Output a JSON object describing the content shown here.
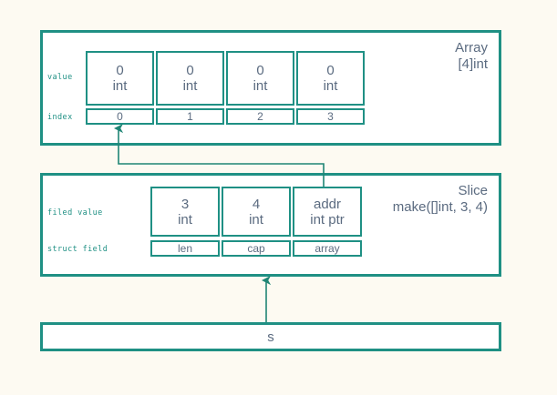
{
  "diagram": {
    "title_hidden": "Go slice memory layout",
    "background_color": "#fdfaf2",
    "accent_color": "#1f9084",
    "text_color": "#5b6b80"
  },
  "array": {
    "caption_line1": "Array",
    "caption_line2": "[4]int",
    "value_row_label": "value",
    "index_row_label": "index",
    "cells": [
      {
        "value": "0",
        "type": "int",
        "index": "0"
      },
      {
        "value": "0",
        "type": "int",
        "index": "1"
      },
      {
        "value": "0",
        "type": "int",
        "index": "2"
      },
      {
        "value": "0",
        "type": "int",
        "index": "3"
      }
    ]
  },
  "slice": {
    "caption_line1": "Slice",
    "caption_line2": "make([]int, 3, 4)",
    "value_row_label": "filed value",
    "struct_row_label": "struct field",
    "cells": [
      {
        "value": "3",
        "type": "int",
        "field": "len"
      },
      {
        "value": "4",
        "type": "int",
        "field": "cap"
      },
      {
        "value": "addr",
        "type": "int ptr",
        "field": "array"
      }
    ]
  },
  "variable": {
    "name": "s"
  },
  "connectors": [
    {
      "name": "array-pointer-arrow",
      "from": "slice.cells.2.value",
      "to": "array.cells.0.index"
    },
    {
      "name": "variable-arrow",
      "from": "variable.name",
      "to": "slice"
    }
  ]
}
